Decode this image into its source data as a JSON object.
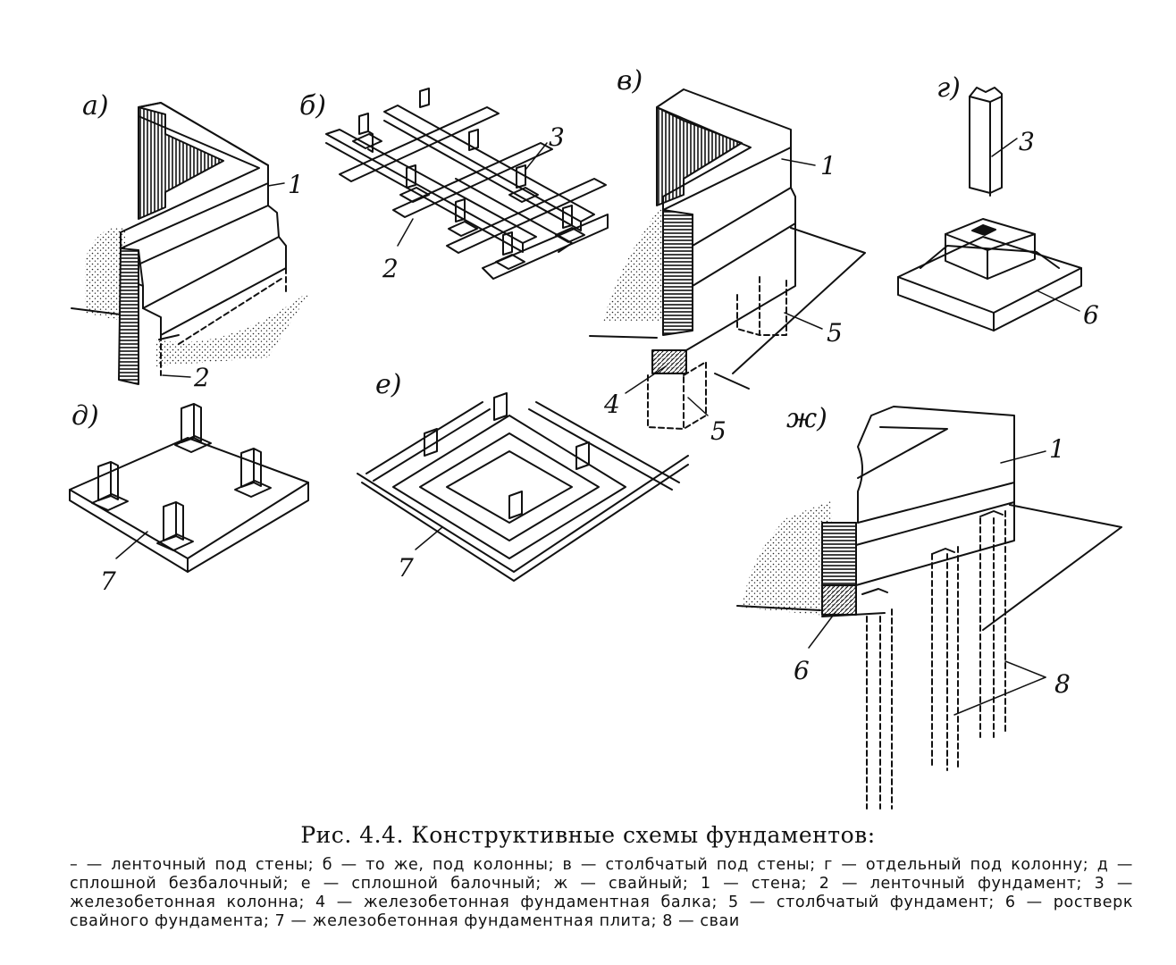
{
  "figure": {
    "panel_labels": {
      "a": "а)",
      "b": "б)",
      "v": "в)",
      "g": "г)",
      "d": "д)",
      "e": "е)",
      "zh": "ж)"
    },
    "callouts": {
      "a_1": "1",
      "a_2": "2",
      "b_2": "2",
      "b_3": "3",
      "v_1": "1",
      "v_4": "4",
      "v_5a": "5",
      "v_5b": "5",
      "g_3": "3",
      "g_6": "6",
      "d_7": "7",
      "e_7": "7",
      "zh_1": "1",
      "zh_6": "6",
      "zh_8": "8"
    }
  },
  "caption": {
    "title": "Рис. 4.4. Конструктивные схемы фундаментов:",
    "lines": [
      "– — ленточный под стены; б — то же, под колонны; в — столбчатый под стены; г — отдельный под",
      "колонну; д — сплошной безбалочный; е — сплошной балочный; ж — свайный; 1 — стена; 2 — ленточный",
      "фундамент; 3 — железобетонная колонна; 4 — железобетонная фундаментная балка; 5 — столбчатый",
      "фундамент; 6 — ростверк свайного фундамента; 7 — железобетонная фундаментная плита; 8 — сваи"
    ]
  }
}
